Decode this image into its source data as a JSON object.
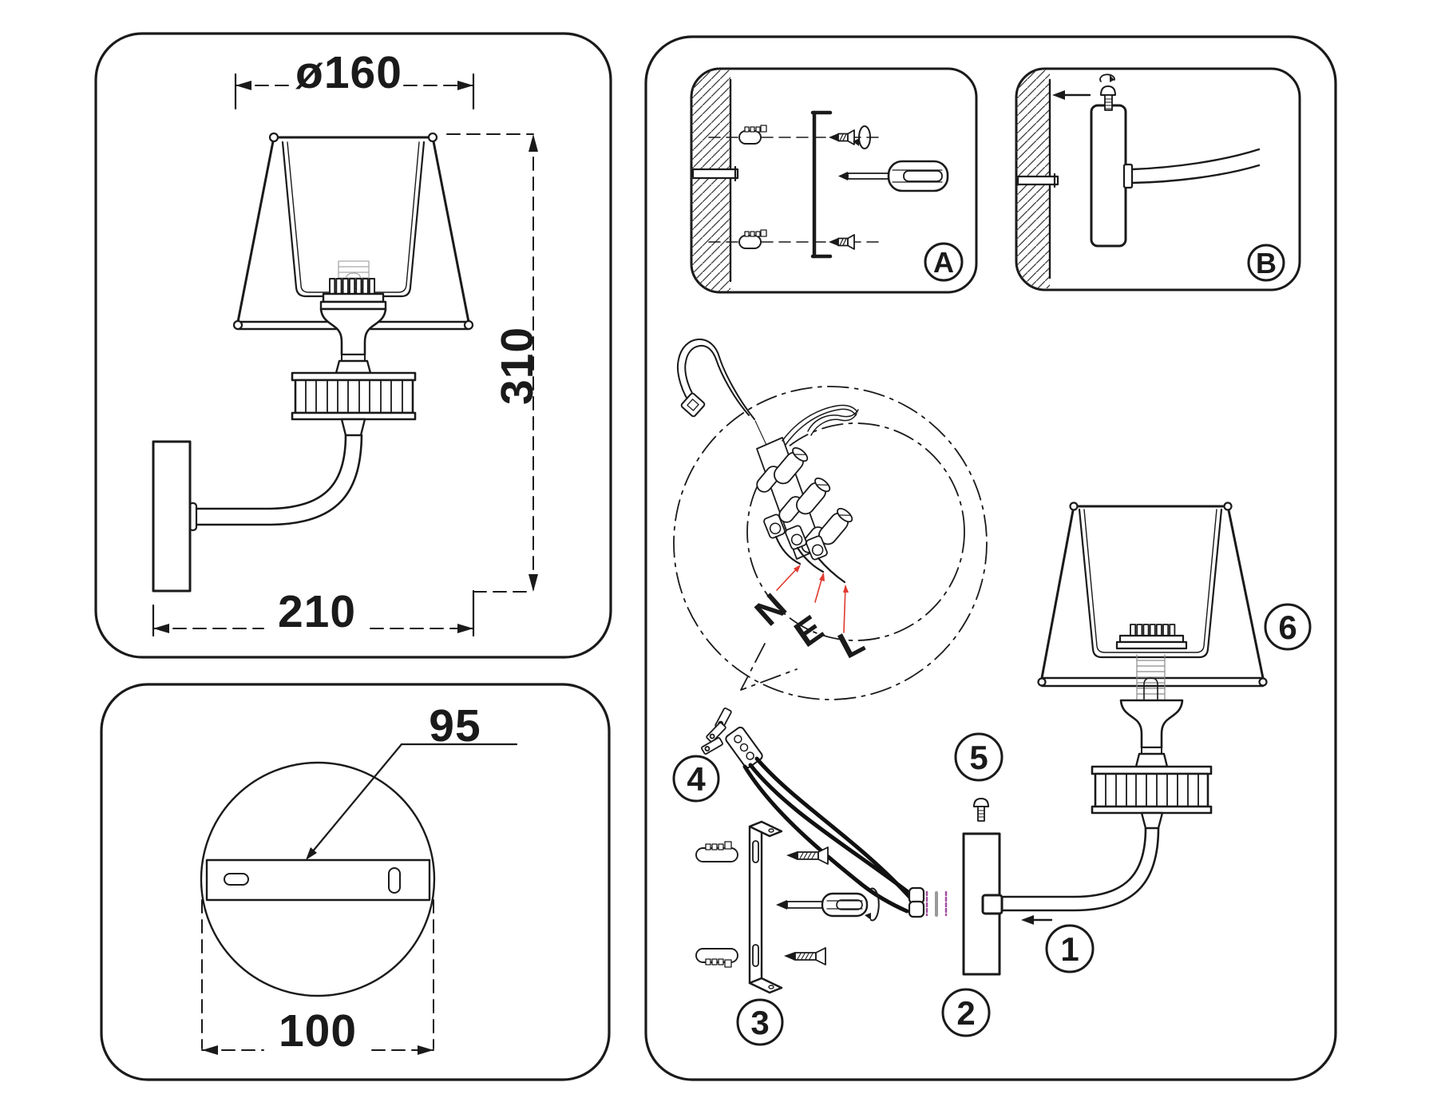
{
  "front_view": {
    "diameter": "ø160",
    "height": "310",
    "projection": "210"
  },
  "plate_view": {
    "hole_spacing": "95",
    "width": "100"
  },
  "steps": {
    "a": "A",
    "b": "B"
  },
  "parts": {
    "n1": "1",
    "n2": "2",
    "n3": "3",
    "n4": "4",
    "n5": "5",
    "n6": "6"
  },
  "wiring": {
    "neutral": "N",
    "earth": "E",
    "live": "L"
  },
  "colors": {
    "ink": "#1a1a1a",
    "wire_marker": "#a050a0",
    "wire_leader": "#e03a2f"
  }
}
